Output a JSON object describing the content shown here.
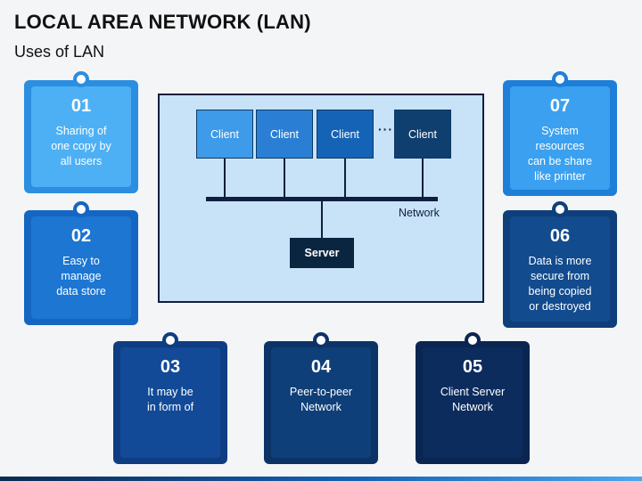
{
  "title": "LOCAL AREA NETWORK (LAN)",
  "subtitle": "Uses of LAN",
  "diagram": {
    "clients": [
      "Client",
      "Client",
      "Client",
      "Client"
    ],
    "client_colors": [
      "#3d9be9",
      "#2a7fd4",
      "#1563b6",
      "#0e3f6e"
    ],
    "ellipsis": "····",
    "network_label": "Network",
    "server_label": "Server",
    "border_color": "#0f1f3d",
    "fill_color": "#c8e2f8"
  },
  "cards": [
    {
      "num": "01",
      "desc": "Sharing of\none copy by\nall users",
      "back": "#2b8ee0",
      "front": "#4db0f5",
      "pin": "#2b8ee0"
    },
    {
      "num": "02",
      "desc": "Easy to\nmanage\ndata store",
      "back": "#1566c2",
      "front": "#1c76d2",
      "pin": "#1566c2"
    },
    {
      "num": "03",
      "desc": "It may be\nin form of",
      "back": "#0f3d82",
      "front": "#124a98",
      "pin": "#0f3d82"
    },
    {
      "num": "04",
      "desc": "Peer-to-peer\nNetwork",
      "back": "#0c3366",
      "front": "#0f3f78",
      "pin": "#0c3366"
    },
    {
      "num": "05",
      "desc": "Client Server\nNetwork",
      "back": "#0a2550",
      "front": "#0c2c5e",
      "pin": "#0a2550"
    },
    {
      "num": "06",
      "desc": "Data is more\nsecure from\nbeing copied\nor destroyed",
      "back": "#0f3f7a",
      "front": "#124b8e",
      "pin": "#0f3f7a"
    },
    {
      "num": "07",
      "desc": "System\nresources\ncan be share\nlike printer",
      "back": "#1e7fd8",
      "front": "#3ba0ef",
      "pin": "#1e7fd8"
    }
  ]
}
